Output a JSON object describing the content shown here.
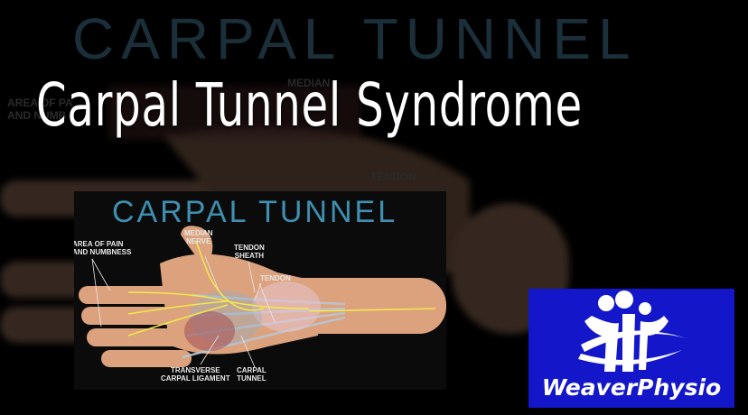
{
  "background": {
    "title": "CARPAL TUNNEL",
    "labels": {
      "area": "AREA OF PAIN\nAND NUMBNESS",
      "median": "MEDIAN\nNERVE",
      "tendon": "TENDON"
    }
  },
  "headline": "Carpal Tunnel Syndrome",
  "diagram": {
    "title": "CARPAL TUNNEL",
    "labels": {
      "area": "AREA OF PAIN\nAND NUMBNESS",
      "median": "MEDIAN\nNERVE",
      "sheath": "TENDON\nSHEATH",
      "tendon": "TENDON",
      "ligament": "TRANSVERSE\nCARPAL LIGAMENT",
      "tunnel": "CARPAL\nTUNNEL"
    }
  },
  "logo": {
    "text": "WeaverPhysio",
    "background": "#1316c9",
    "icon": "people-figures-icon"
  },
  "colors": {
    "headline": "#ffffff",
    "diagram_title": "#3f8fb0",
    "skin": "#dba27d",
    "nerve": "#f2e84b"
  }
}
